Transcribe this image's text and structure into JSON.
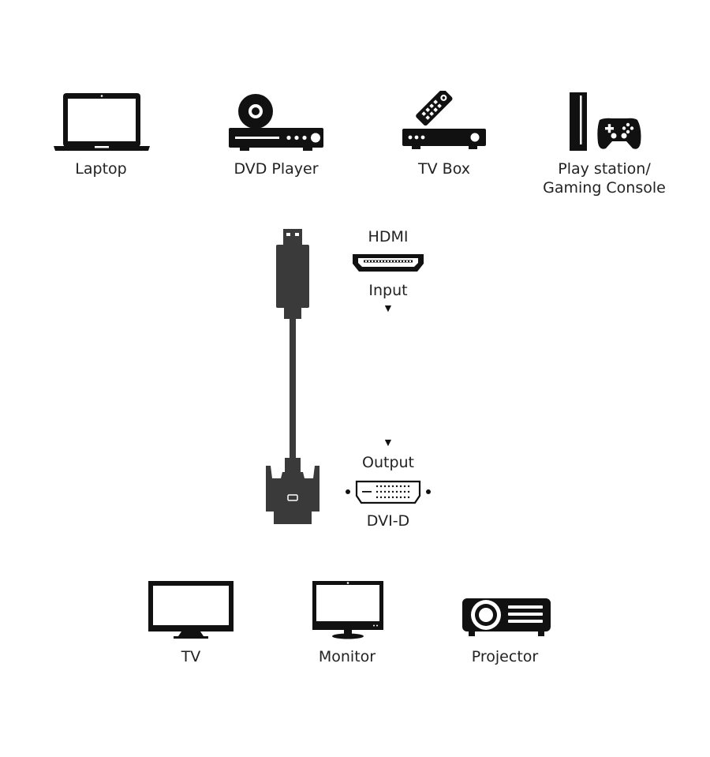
{
  "sources": {
    "laptop": {
      "label": "Laptop",
      "icon": "laptop-icon"
    },
    "dvd": {
      "label": "DVD Player",
      "icon": "dvd-player-icon"
    },
    "tvbox": {
      "label": "TV Box",
      "icon": "tv-box-icon"
    },
    "console": {
      "label_line1": "Play station/",
      "label_line2": "Gaming Console",
      "icon": "gaming-console-icon"
    }
  },
  "cable": {
    "input_connector": "HDMI",
    "input_label": "Input",
    "output_label": "Output",
    "output_connector": "DVI-D",
    "arrow_glyph": "▼",
    "icon": "hdmi-to-dvi-cable-icon"
  },
  "displays": {
    "tv": {
      "label": "TV",
      "icon": "tv-icon"
    },
    "monitor": {
      "label": "Monitor",
      "icon": "monitor-icon"
    },
    "projector": {
      "label": "Projector",
      "icon": "projector-icon"
    }
  },
  "colors": {
    "icon": "#111111",
    "cable": "#3a3a3a",
    "text": "#222222"
  }
}
